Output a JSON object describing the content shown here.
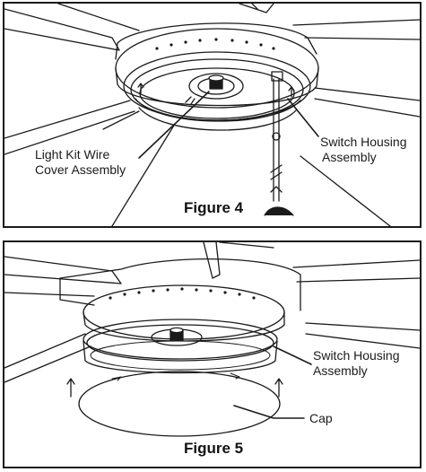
{
  "figure4": {
    "title": "Figure 4",
    "label_light_kit_line1": "Light Kit Wire",
    "label_light_kit_line2": "Cover Assembly",
    "label_switch_line1": "Switch Housing",
    "label_switch_line2": "Assembly"
  },
  "figure5": {
    "title": "Figure 5",
    "label_switch_line1": "Switch Housing",
    "label_switch_line2": "Assembly",
    "label_cap": "Cap"
  }
}
